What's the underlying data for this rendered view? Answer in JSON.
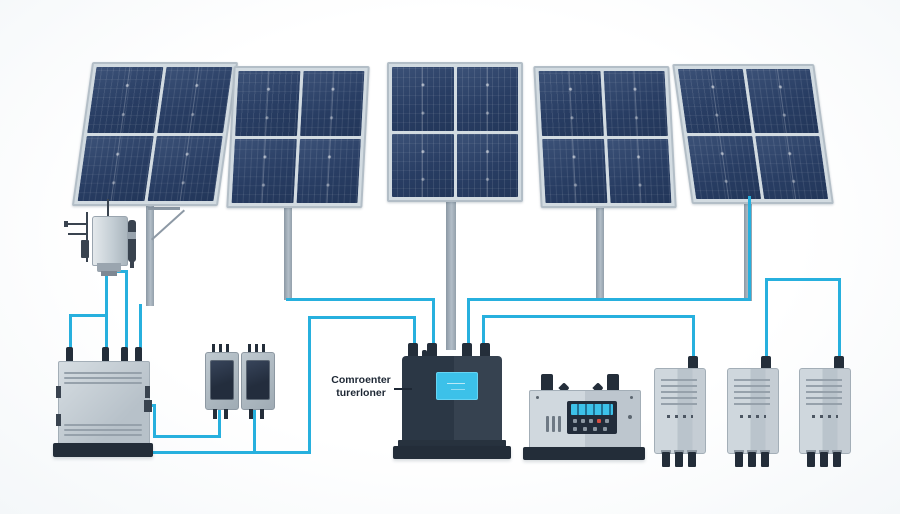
{
  "diagram": {
    "label": {
      "line1": "Comroenter",
      "line2": "turerloner"
    },
    "colors": {
      "wire": "#27b0de",
      "screen": "#3cc1e9",
      "panel_frame": "#d2dbe1"
    },
    "components": [
      {
        "id": "solar-array",
        "count": 5,
        "desc": "pole-mounted 2x2 solar panel array"
      },
      {
        "id": "pole-sensor-unit",
        "count": 1,
        "desc": "pole-mounted monitoring device with antennas"
      },
      {
        "id": "combiner-box",
        "count": 1,
        "desc": "gray box with four top terminals"
      },
      {
        "id": "optimizer",
        "count": 2,
        "desc": "small dark-front wall units"
      },
      {
        "id": "central-inverter",
        "count": 1,
        "desc": "dark tower with cyan display, labeled"
      },
      {
        "id": "control-station",
        "count": 1,
        "desc": "gray unit with LCD and buttons"
      },
      {
        "id": "battery-unit",
        "count": 3,
        "desc": "gray vented units with bottom connectors"
      }
    ]
  }
}
